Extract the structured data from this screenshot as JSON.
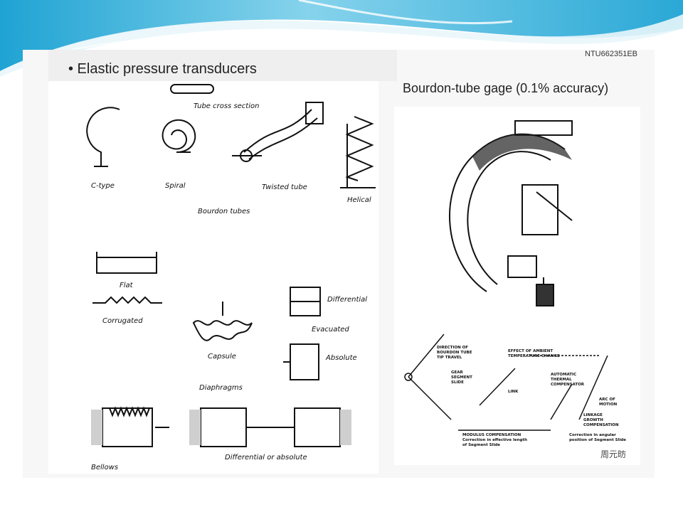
{
  "slide": {
    "code": "NTU662351EB",
    "title": "• Elastic pressure transducers",
    "author": "周元昉"
  },
  "left_figure": {
    "labels": {
      "tube_cross_section": "Tube cross section",
      "c_type": "C-type",
      "spiral": "Spiral",
      "twisted_tube": "Twisted tube",
      "helical": "Helical",
      "bourdon_tubes": "Bourdon tubes",
      "flat": "Flat",
      "corrugated": "Corrugated",
      "capsule": "Capsule",
      "differential": "Differential",
      "evacuated": "Evacuated",
      "absolute": "Absolute",
      "diaphragms": "Diaphragms",
      "differential_or_absolute": "Differential or absolute",
      "bellows": "Bellows"
    }
  },
  "right_figure": {
    "caption": "Bourdon-tube gage (0.1% accuracy)",
    "labels": {
      "direction_1": "DIRECTION OF",
      "direction_2": "BOURDON TUBE",
      "direction_3": "TIP TRAVEL",
      "ambient_1": "EFFECT OF AMBIENT",
      "ambient_2": "TEMPERATURE CHANGE",
      "gear_1": "GEAR",
      "gear_2": "SEGMENT",
      "gear_3": "SLIDE",
      "link": "LINK",
      "auto_1": "AUTOMATIC",
      "auto_2": "THERMAL",
      "auto_3": "COMPENSATOR",
      "arc_1": "ARC OF",
      "arc_2": "MOTION",
      "linkage_1": "LINKAGE",
      "linkage_2": "GROWTH",
      "linkage_3": "COMPENSATION",
      "modulus_1": "MODULUS COMPENSATION",
      "modulus_2": "Correction in effective length",
      "modulus_3": "of Segment Slide",
      "angular_1": "Correction in angular",
      "angular_2": "position of Segment Slide"
    }
  },
  "colors": {
    "banner_light": "#e9f6fb",
    "banner_mid": "#7fd0ea",
    "banner_dark": "#1fa3d3"
  }
}
